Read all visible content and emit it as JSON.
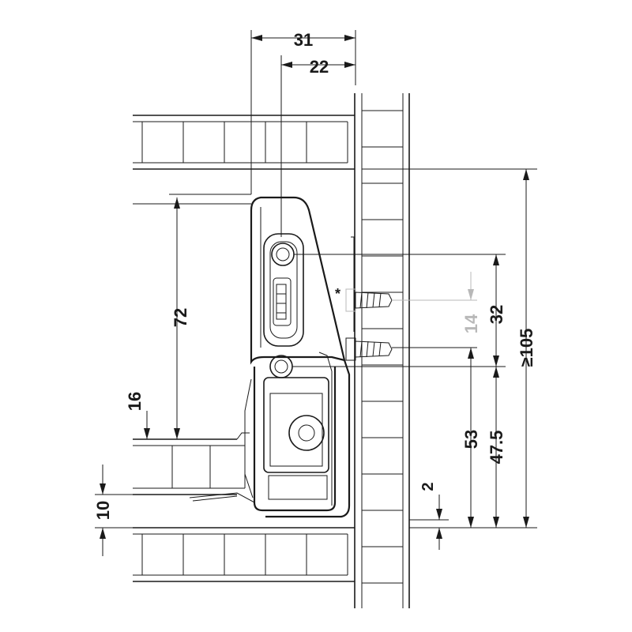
{
  "dimensions": {
    "d31": "31",
    "d22": "22",
    "d72": "72",
    "d16": "16",
    "d10": "10",
    "d2": "2",
    "d53": "53",
    "d47_5": "47.5",
    "d32": "32",
    "d14": "14",
    "d105": "≥105",
    "asterisk": "*"
  },
  "colors": {
    "line": "#1a1a1a",
    "reference": "#b8b8b8",
    "background": "#ffffff"
  }
}
